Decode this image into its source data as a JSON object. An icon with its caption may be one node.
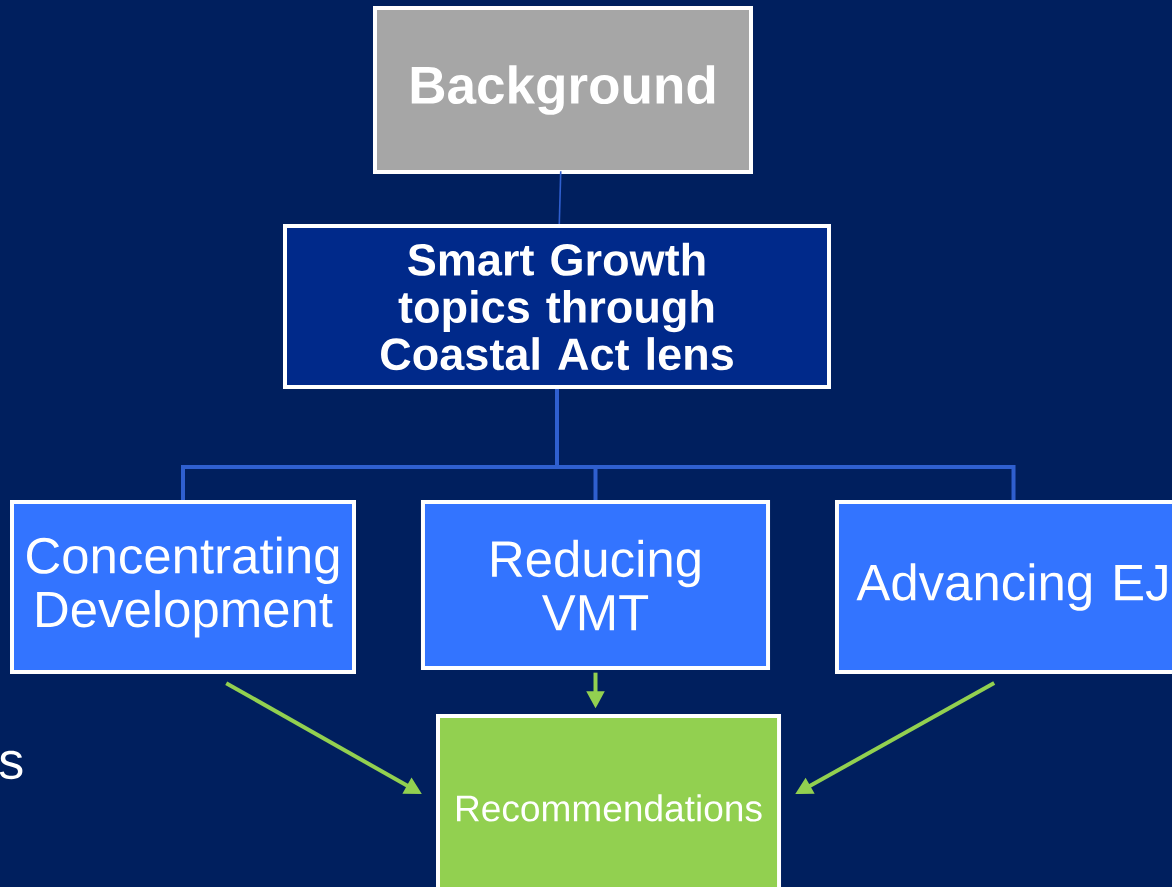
{
  "diagram": {
    "nodes": [
      {
        "text": [
          "Background"
        ]
      },
      {
        "text": [
          "Smart Growth topics through Coastal Act lens"
        ]
      },
      {
        "text": [
          "Concentrating Development"
        ]
      },
      {
        "text": [
          "Reducing VMT"
        ]
      },
      {
        "text": [
          "Advancing EJ"
        ]
      },
      {
        "text": [
          "Recommendations"
        ]
      }
    ],
    "edges": [
      {
        "from": 0,
        "to": 1,
        "arrow": "none"
      },
      {
        "from": 1,
        "to": 2,
        "arrow": "none"
      },
      {
        "from": 1,
        "to": 3,
        "arrow": "none"
      },
      {
        "from": 1,
        "to": 4,
        "arrow": "none"
      },
      {
        "from": 2,
        "to": 5,
        "arrow": "to",
        "color": "#92d050"
      },
      {
        "from": 3,
        "to": 5,
        "arrow": "to",
        "color": "#92d050"
      },
      {
        "from": 4,
        "to": 5,
        "arrow": "to",
        "color": "#92d050"
      }
    ],
    "labels": [
      "s"
    ]
  }
}
